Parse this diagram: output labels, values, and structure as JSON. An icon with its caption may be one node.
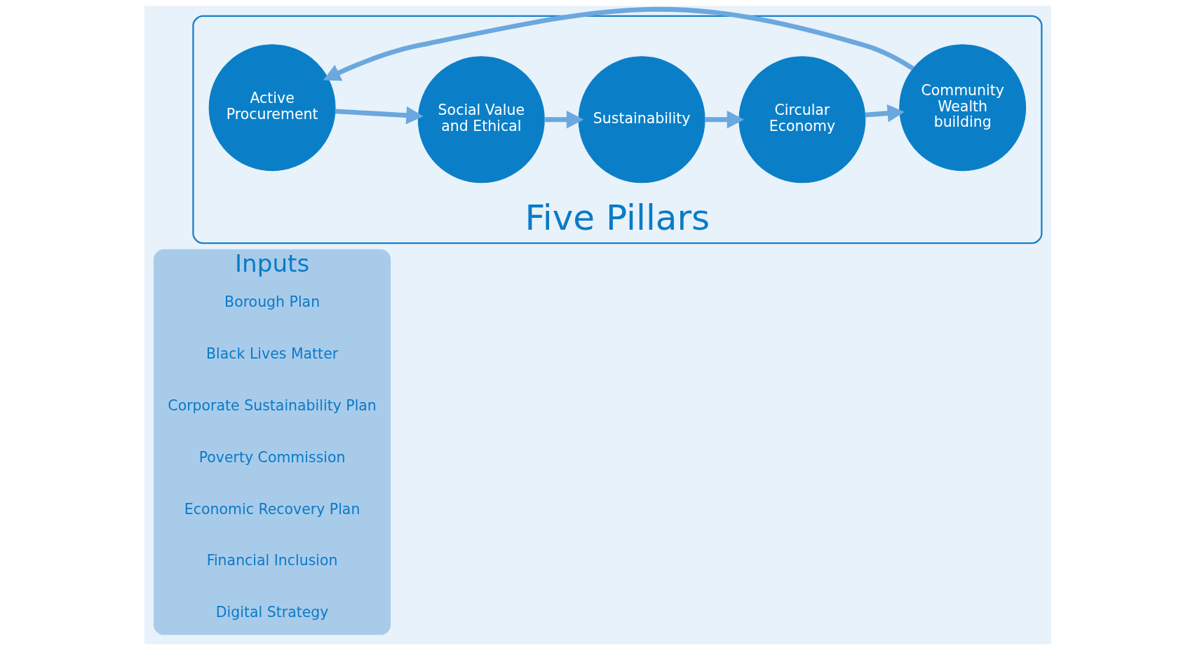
{
  "diagram": {
    "nodes": [
      {
        "text": [
          "Inputs"
        ]
      },
      {
        "text": [
          "Borough Plan"
        ],
        "in": 0
      },
      {
        "text": [
          "Black Lives Matter"
        ],
        "in": 0
      },
      {
        "text": [
          "Corporate Sustainability Plan"
        ],
        "in": 0
      },
      {
        "text": [
          "Poverty Commission"
        ],
        "in": 0
      },
      {
        "text": [
          "Economic Recovery Plan"
        ],
        "in": 0
      },
      {
        "text": [
          "Financial Inclusion"
        ],
        "in": 0
      },
      {
        "text": [
          "Digital Strategy"
        ],
        "in": 0
      },
      {
        "text": [
          "Five Pillars"
        ]
      },
      {
        "text": [
          "Active Procurement"
        ],
        "in": 8
      },
      {
        "text": [
          "Social Value and Ethical"
        ],
        "in": 8
      },
      {
        "text": [
          "Sustainability"
        ],
        "in": 8
      },
      {
        "text": [
          "Circular Economy"
        ],
        "in": 8
      },
      {
        "text": [
          "Community Wealth building"
        ],
        "in": 8
      }
    ],
    "edges": [
      {
        "from": 9,
        "to": 10,
        "arrow": "to"
      },
      {
        "from": 10,
        "to": 11,
        "arrow": "to"
      },
      {
        "from": 11,
        "to": 12,
        "arrow": "to"
      },
      {
        "from": 12,
        "to": 13,
        "arrow": "to"
      },
      {
        "from": 13,
        "to": 9,
        "arrow": "to"
      }
    ]
  }
}
